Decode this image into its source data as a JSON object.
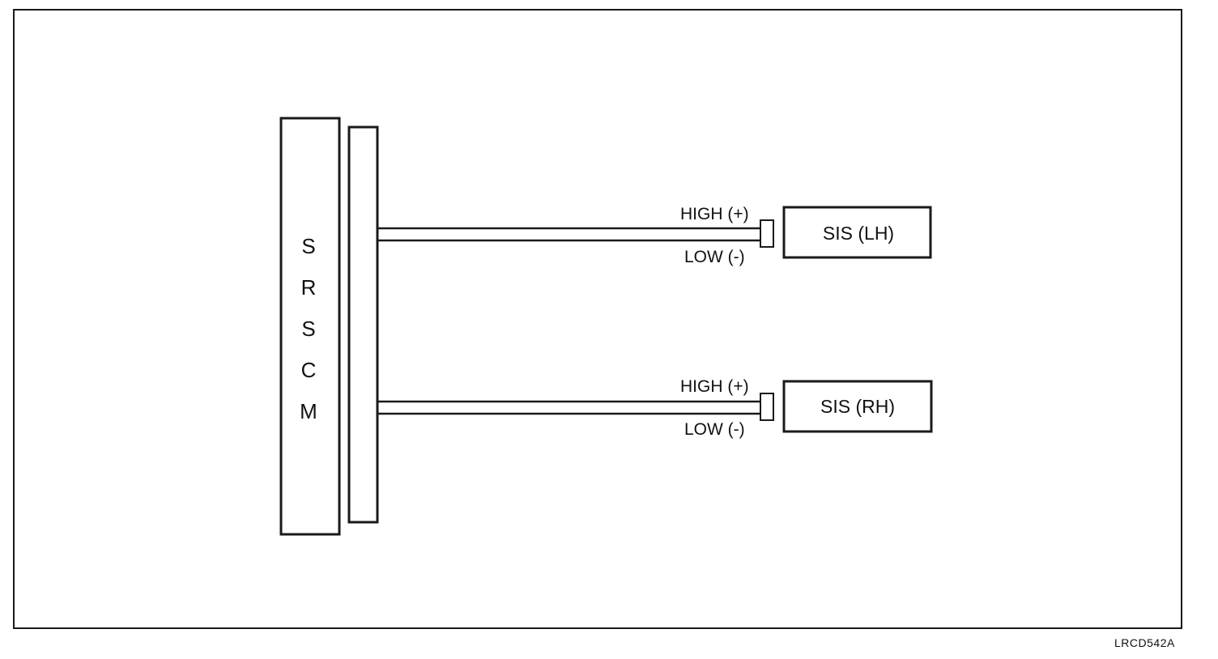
{
  "module": {
    "letters": [
      "S",
      "R",
      "S",
      "C",
      "M"
    ]
  },
  "channels": [
    {
      "high_label": "HIGH (+)",
      "low_label": "LOW (-)",
      "sensor_label": "SIS (LH)"
    },
    {
      "high_label": "HIGH (+)",
      "low_label": "LOW (-)",
      "sensor_label": "SIS (RH)"
    }
  ],
  "figure_code": "LRCD542A"
}
